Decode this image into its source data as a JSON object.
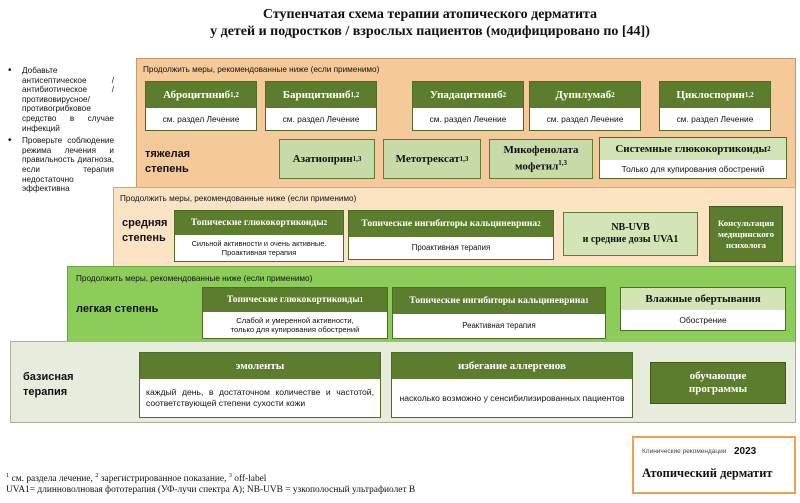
{
  "title": {
    "line1": "Ступенчатая схема терапии атопического дерматита",
    "line2": "у детей и подростков / взрослых пациентов (модифицировано по [44])"
  },
  "notes": [
    "Добавьте антисептическое /антибиотическое /противовирусное/ противогрибковое средство в случае инфекций",
    "Проверьте соблюдение режима лечения и правильность диагноза, если терапия недостаточно эффективна"
  ],
  "continue_text": "Продолжить меры, рекомендованные ниже (если применимо)",
  "severe": {
    "label_1": "тяжелая",
    "label_2": "степень",
    "top_cards": [
      {
        "title": "Аброцитиниб",
        "sup": "1,2",
        "body": "см. раздел Лечение"
      },
      {
        "title": "Барицитиниб",
        "sup": "1,2",
        "body": "см. раздел Лечение"
      },
      {
        "title": "Упадацитиниб",
        "sup": "2",
        "body": "см. раздел Лечение"
      },
      {
        "title": "Дупилумаб",
        "sup": "2",
        "body": "см. раздел Лечение"
      },
      {
        "title": "Циклоспорин",
        "sup": "1,2",
        "body": "см. раздел Лечение"
      }
    ],
    "azathioprine": {
      "title": "Азатиоприн",
      "sup": "1,3"
    },
    "methotrexate": {
      "title": "Метотрексат",
      "sup": "1,3"
    },
    "mycophenolate": {
      "line1": "Микофенолата",
      "line2": "мофетил",
      "sup": "1,3"
    },
    "systemic": {
      "title": "Системные глюкокортикоиды",
      "sup": "2",
      "body": "Только для купирования обострений"
    }
  },
  "moderate": {
    "label_1": "средняя",
    "label_2": "степень",
    "topical_gc": {
      "title": "Топические глюкокортикоиды",
      "sup": "2",
      "body_1": "Сильной активности и очень активные.",
      "body_2": "Проактивная терапия"
    },
    "calcineurin": {
      "title": "Топические ингибиторы кальциневрина",
      "sup": "2",
      "body": "Проактивная терапия"
    },
    "nbuvb": {
      "line1": "NB-UVB",
      "line2": "и средние дозы UVA1"
    },
    "psych": {
      "line1": "Консультация",
      "line2": "медицинского",
      "line3": "психолога"
    }
  },
  "mild": {
    "label": "легкая степень",
    "topical_gc": {
      "title": "Топические глюкокортикоиды",
      "sup": "1",
      "body_1": "Слабой и умеренной активности,",
      "body_2": "только для купирования обострений"
    },
    "calcineurin": {
      "title": "Топические ингибиторы кальциневрина",
      "sup": "1",
      "body": "Реактивная терапия"
    },
    "wet_wraps": {
      "title": "Влажные обертывания",
      "body": "Обострение"
    }
  },
  "basic": {
    "label_1": "базисная",
    "label_2": "терапия",
    "emollients": {
      "title": "эмоленты",
      "body": "каждый день, в достаточном количестве и частотой, соответствующей степени сухости кожи"
    },
    "allergens": {
      "title": "избегание аллергенов",
      "body": "насколько возможно у сенсибилизированных пациентов"
    },
    "education": {
      "line1": "обучающие",
      "line2": "программы"
    }
  },
  "footnotes": {
    "sup1": "1",
    "text1": " см. раздела лечение, ",
    "sup2": "2",
    "text2": " зарегистрированное показание, ",
    "sup3": "3",
    "text3": " off-label",
    "line2": "UVA1= длинноволновая фототерапия (УФ-лучи спектра А); NB-UVB = узкополосный ультрафиолет B"
  },
  "stamp": {
    "caption": "Клинические рекомендации",
    "year": "2023",
    "name": "Атопический дерматит"
  },
  "colors": {
    "severe_bg": "#f6c99a",
    "moderate_bg": "#fce3c4",
    "mild_bg": "#8bcd58",
    "basic_bg": "#e8ecdc",
    "header_green": "#5c7d2e",
    "stamp_border": "#f0a04b"
  }
}
